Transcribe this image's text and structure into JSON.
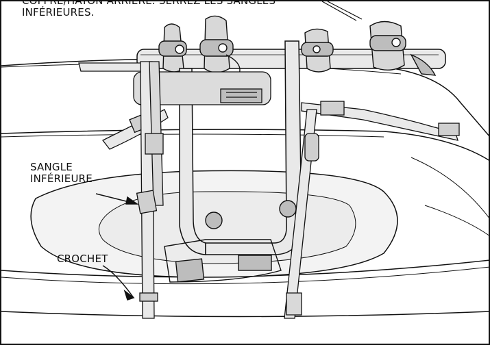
{
  "labels": {
    "instruction_line1": "COFFRE/HAYON ARRIÈRE. SERREZ LES SANGLES",
    "instruction_line2": "INFÉRIEURES.",
    "lower_strap_line1": "SANGLE",
    "lower_strap_line2": "INFÉRIEURE",
    "hook": "CROCHET"
  },
  "colors": {
    "line": "#111111",
    "background": "#ffffff",
    "light_shade": "#e9e9e9",
    "mid_shade": "#cfcfcf",
    "dark_shade": "#555555"
  }
}
